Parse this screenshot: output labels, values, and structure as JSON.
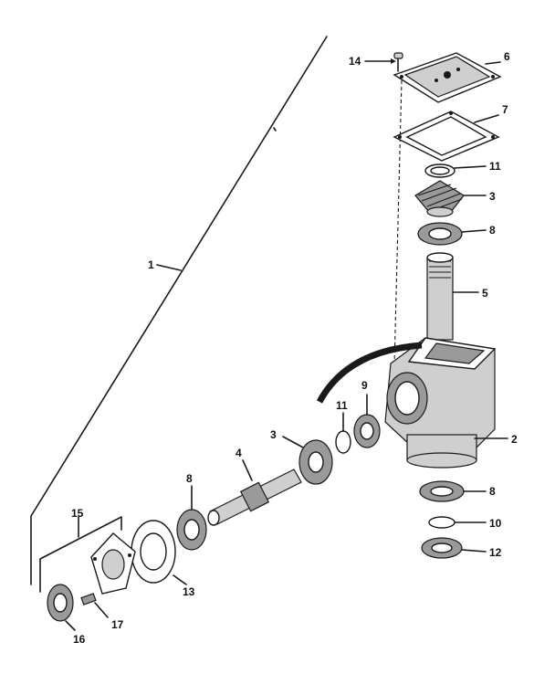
{
  "diagram": {
    "callouts": [
      {
        "id": "c1",
        "label": "1"
      },
      {
        "id": "c2",
        "label": "2"
      },
      {
        "id": "c3a",
        "label": "3"
      },
      {
        "id": "c3b",
        "label": "3"
      },
      {
        "id": "c4",
        "label": "4"
      },
      {
        "id": "c5",
        "label": "5"
      },
      {
        "id": "c6",
        "label": "6"
      },
      {
        "id": "c7",
        "label": "7"
      },
      {
        "id": "c8a",
        "label": "8"
      },
      {
        "id": "c8b",
        "label": "8"
      },
      {
        "id": "c8c",
        "label": "8"
      },
      {
        "id": "c9",
        "label": "9"
      },
      {
        "id": "c10",
        "label": "10"
      },
      {
        "id": "c11a",
        "label": "11"
      },
      {
        "id": "c11b",
        "label": "11"
      },
      {
        "id": "c12",
        "label": "12"
      },
      {
        "id": "c13",
        "label": "13"
      },
      {
        "id": "c14",
        "label": "14"
      },
      {
        "id": "c15",
        "label": "15"
      },
      {
        "id": "c16",
        "label": "16"
      },
      {
        "id": "c17",
        "label": "17"
      }
    ]
  }
}
